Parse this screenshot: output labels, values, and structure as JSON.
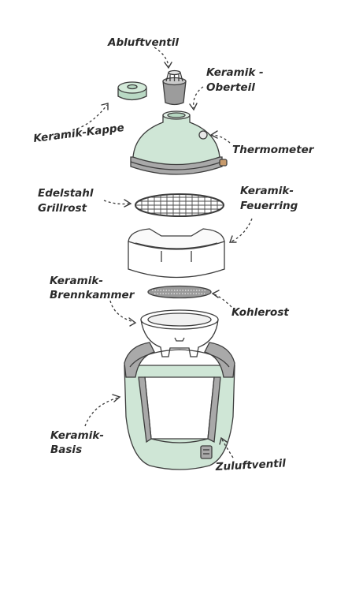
{
  "colors": {
    "mint": "#cfe6d6",
    "mint_dark": "#b5d6c0",
    "gray_band": "#a9a9a9",
    "outline": "#3d3d3d",
    "wood": "#c79a6b"
  },
  "labels": {
    "abluftventil": "Abluftventil",
    "keramik_oberteil_1": "Keramik -",
    "keramik_oberteil_2": "Oberteil",
    "keramik_kappe": "Keramik-Kappe",
    "thermometer": "Thermometer",
    "edelstahl_1": "Edelstahl",
    "edelstahl_2": "Grillrost",
    "feuerring_1": "Keramik-",
    "feuerring_2": "Feuerring",
    "brennkammer_1": "Keramik-",
    "brennkammer_2": "Brennkammer",
    "kohlerost": "Kohlerost",
    "basis_1": "Keramik-",
    "basis_2": "Basis",
    "zuluftventil": "Zuluftventil"
  }
}
